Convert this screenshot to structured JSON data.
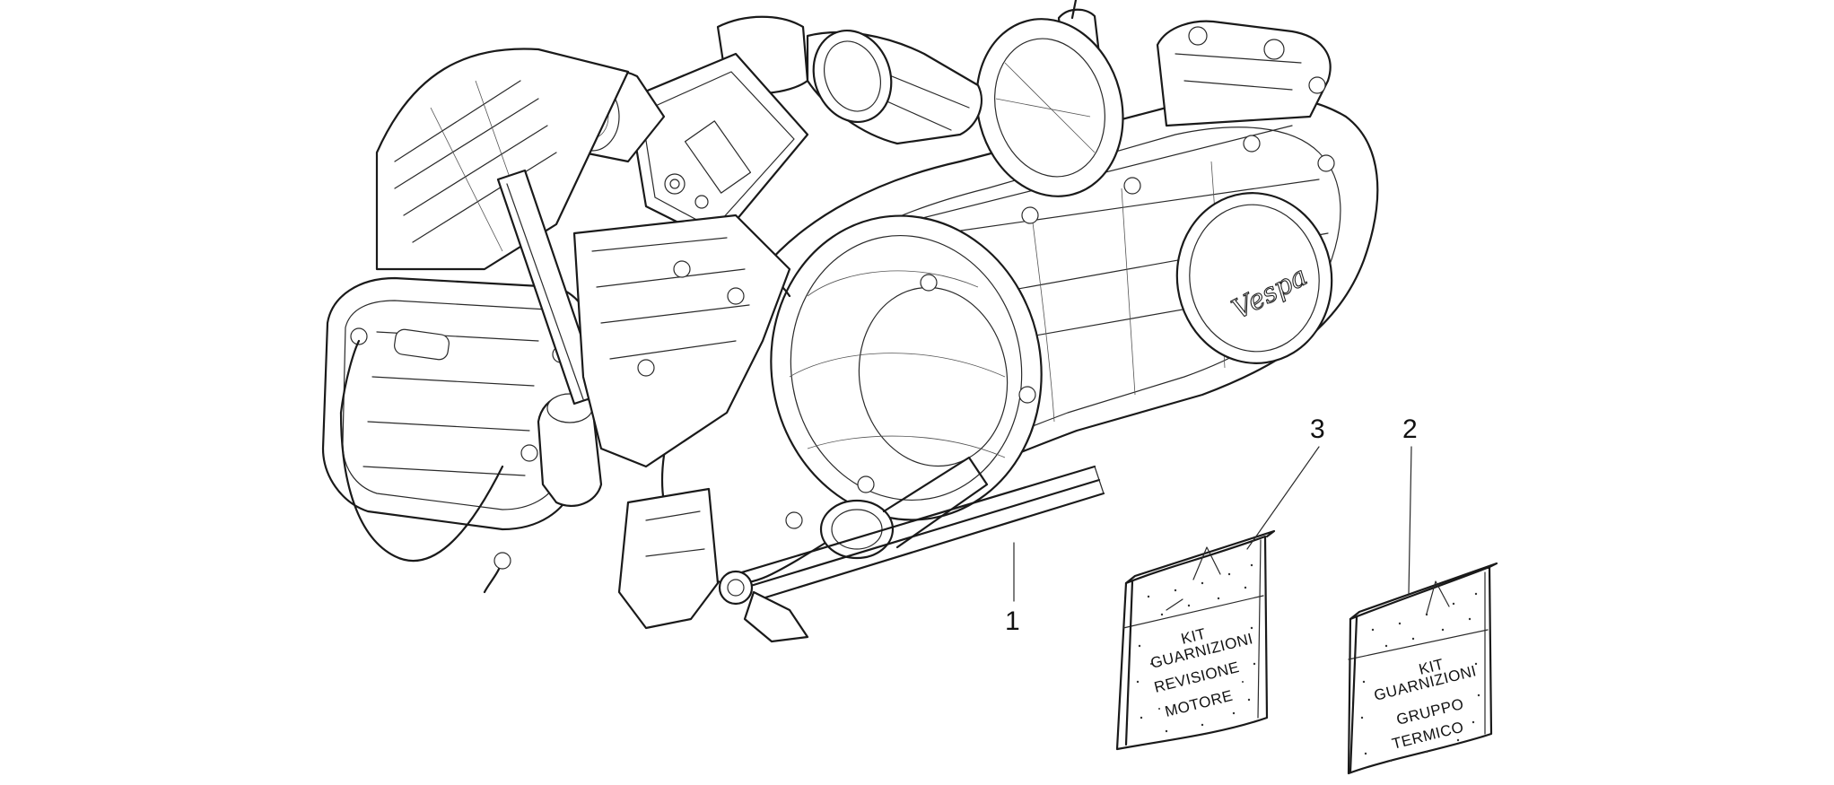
{
  "parts": [
    {
      "number": "1",
      "name": "engine-assembly"
    },
    {
      "number": "2",
      "name": "gasket-kit-cylinder-unit",
      "label_lines": [
        "KIT",
        "GUARNIZIONI",
        "GRUPPO",
        "TERMICO"
      ]
    },
    {
      "number": "3",
      "name": "gasket-kit-engine-overhaul",
      "label_lines": [
        "KIT",
        "GUARNIZIONI",
        "REVISIONE",
        "MOTORE"
      ]
    }
  ],
  "brand_badge": "Vespa",
  "colors": {
    "line": "#1a1a1a",
    "background": "#ffffff"
  }
}
